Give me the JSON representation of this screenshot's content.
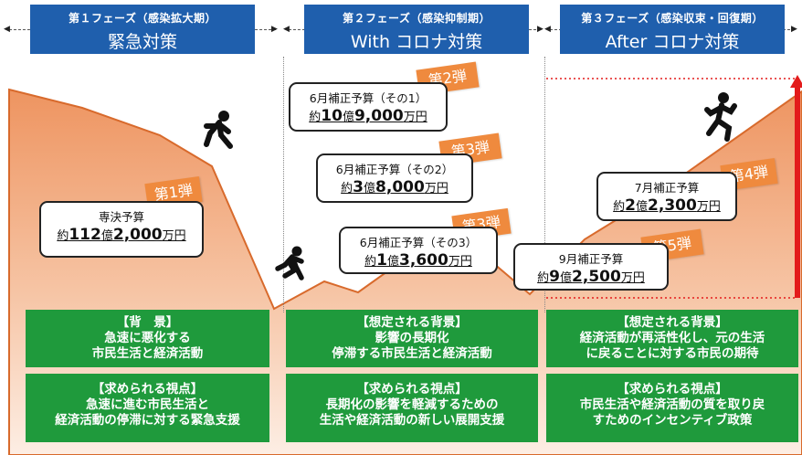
{
  "phases": [
    {
      "sub": "第１フェーズ（感染拡大期）",
      "main": "緊急対策"
    },
    {
      "sub": "第２フェーズ（感染抑制期）",
      "main": "With コロナ対策"
    },
    {
      "sub": "第３フェーズ（感染収束・回復期）",
      "main": "After コロナ対策"
    }
  ],
  "tags": [
    "第1弾",
    "第2弾",
    "第3弾",
    "第3弾",
    "第4弾",
    "第5弾"
  ],
  "budgets": [
    {
      "title": "専決予算",
      "pre": "約",
      "b1": "112",
      "u1": "億",
      "b2": "2,000",
      "u2": "万円"
    },
    {
      "title": "6月補正予算（その1）",
      "pre": "約",
      "b1": "10",
      "u1": "億",
      "b2": "9,000",
      "u2": "万円"
    },
    {
      "title": "6月補正予算（その2）",
      "pre": "約",
      "b1": "3",
      "u1": "億",
      "b2": "8,000",
      "u2": "万円"
    },
    {
      "title": "6月補正予算（その3）",
      "pre": "約",
      "b1": "1",
      "u1": "億",
      "b2": "3,600",
      "u2": "万円"
    },
    {
      "title": "7月補正予算",
      "pre": "約",
      "b1": "2",
      "u1": "億",
      "b2": "2,300",
      "u2": "万円"
    },
    {
      "title": "9月補正予算",
      "pre": "約",
      "b1": "9",
      "u1": "億",
      "b2": "2,500",
      "u2": "万円"
    }
  ],
  "background_boxes": [
    {
      "head": "【背　景】",
      "lines": [
        "急速に悪化する",
        "市民生活と経済活動"
      ]
    },
    {
      "head": "【想定される背景】",
      "lines": [
        "影響の長期化",
        "停滞する市民生活と経済活動"
      ]
    },
    {
      "head": "【想定される背景】",
      "lines": [
        "経済活動が再活性化し、元の生活",
        "に戻ることに対する市民の期待"
      ]
    }
  ],
  "view_boxes": [
    {
      "head": "【求められる視点】",
      "lines": [
        "急速に進む市民生活と",
        "経済活動の停滞に対する緊急支援"
      ]
    },
    {
      "head": "【求められる視点】",
      "lines": [
        "長期化の影響を軽減するための",
        "生活や経済活動の新しい展開支援"
      ]
    },
    {
      "head": "【求められる視点】",
      "lines": [
        "市民生活や経済活動の質を取り戻",
        "すためのインセンティブ政策"
      ]
    }
  ],
  "colors": {
    "phase_blue": "#1f5fad",
    "box_green": "#1f9a3c",
    "tag_orange": "#ef8a3e",
    "mountain": "#f0a070",
    "accent_red": "#e31b1b"
  }
}
